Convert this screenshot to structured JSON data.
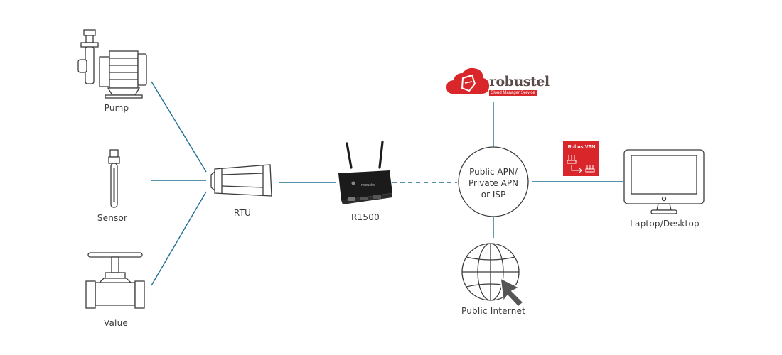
{
  "nodes": {
    "pump": {
      "label": "Pump"
    },
    "sensor": {
      "label": "Sensor"
    },
    "valve": {
      "label": "Value"
    },
    "rtu": {
      "label": "RTU"
    },
    "router": {
      "label": "R1500"
    },
    "hub": {
      "lines": [
        "Public APN/",
        "Private APN",
        "or ISP"
      ]
    },
    "cloud": {
      "brand": "robustel",
      "subtitle": "Cloud Manager Service"
    },
    "vpn": {
      "label": "RobustVPN"
    },
    "internet": {
      "label": "Public Internet"
    },
    "laptop": {
      "label": "Laptop/Desktop"
    }
  },
  "colors": {
    "link": "#1f6e94",
    "icon_stroke": "#3c3c3c",
    "brand_red": "#d9262b",
    "router_body": "#1b1b1b"
  },
  "icons": {
    "pump": "pump-icon",
    "sensor": "sensor-icon",
    "valve": "valve-icon",
    "rtu": "rtu-icon",
    "router": "router-icon",
    "cloud": "cloud-icon",
    "vpn": "vpn-icon",
    "internet": "globe-icon",
    "laptop": "monitor-icon"
  }
}
